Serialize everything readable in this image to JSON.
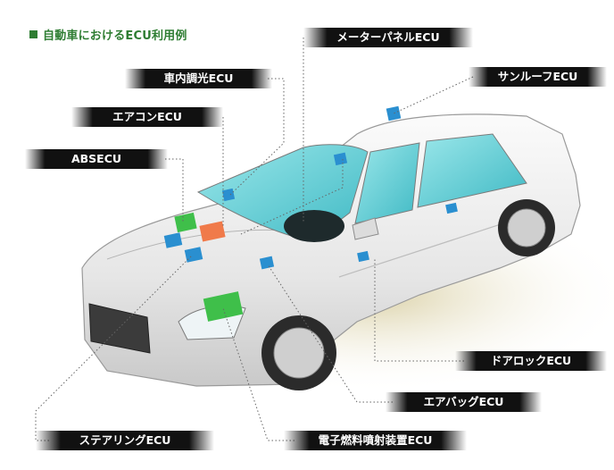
{
  "heading": "自動車におけるECU利用例",
  "labels": {
    "meter_panel": "メーターパネルECU",
    "interior_light": "車内調光ECU",
    "sunroof": "サンルーフECU",
    "aircon": "エアコンECU",
    "abs": "ABSECU",
    "door_lock": "ドアロックECU",
    "airbag": "エアバッグECU",
    "steering": "ステアリングECU",
    "fuel_injection": "電子燃料噴射装置ECU"
  },
  "colors": {
    "heading": "#2e7d32",
    "ecu_blue": "#2a8fd0",
    "ecu_green": "#3fbf4a",
    "ecu_orange": "#f07a4a",
    "glass": "#6fd6dc",
    "label_bg": "#111111"
  }
}
